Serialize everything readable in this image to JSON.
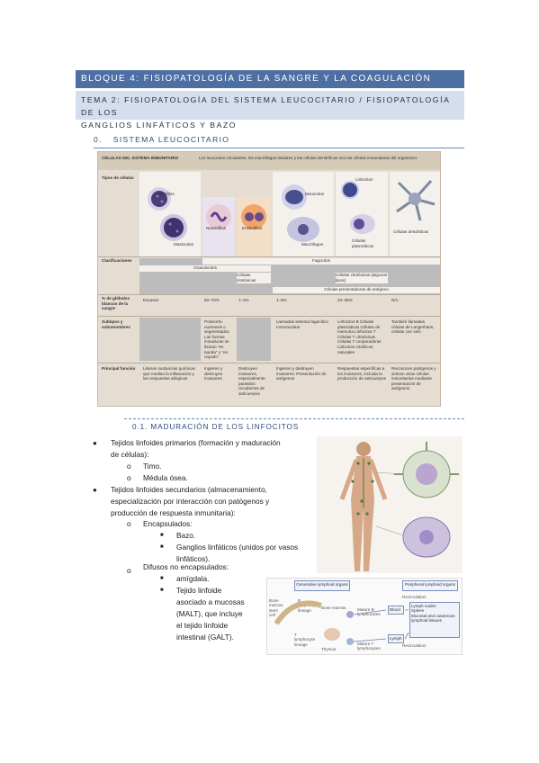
{
  "header": {
    "bloque": "BLOQUE 4: FISIOPATOLOGÍA DE LA SANGRE Y LA COAGULACIÓN",
    "tema_line1": "TEMA 2: FISIOPATOLOGÍA DEL SISTEMA LEUCOCITARIO / FISIOPATOLOGÍA DE LOS",
    "tema_line2": "GANGLIOS LINFÁTICOS Y BAZO"
  },
  "section0": {
    "number": "0.",
    "title": "SISTEMA LEUCOCITARIO"
  },
  "table": {
    "head_left": "CÉLULAS DEL SISTEMA INMUNITARIO",
    "head_right": "Los leucocitos circulantes, los macrófagos tisulares y las células dendríticas son las células inmunitarias del organismo.",
    "row_tipos": "Tipos de células",
    "cells": [
      "Basófilos",
      "Mastocitos",
      "Neutrófilos",
      "Eosinófilos",
      "Monocitos",
      "Macrófagos",
      "Linfocitos",
      "Células plasmáticas",
      "Células dendríticas"
    ],
    "row_clasif": "Clasificaciones",
    "fagocitos": "Fagocitos",
    "granulocitos": "Granulocitos",
    "citotoxicas": "Células citotóxicas",
    "citotoxicas_algunos": "Células citotóxicas (algunos tipos)",
    "presentadoras": "Células presentadoras de antígeno",
    "row_pct": "% de glóbulos blancos de la sangre",
    "pct": [
      "Escasos",
      "50–70%",
      "1–3%",
      "1–6%",
      "20–35%",
      "N/A"
    ],
    "row_sub": "Subtipos y sobrenombres",
    "sub_neutro": "Polimorfo-nucleares o segmentados. Las formas inmaduras se llaman \"en banda\" o \"en cayado\"",
    "sub_mono": "Llamadas sistema fagocítico mononuclear",
    "sub_linfo": "Linfocitos B  Células plasmáticas  Células de memoria  Linfocitos T  Células T citotóxicas  Células T cooperadoras  Linfocitos citolíticos naturales",
    "sub_dendr": "También llamadas células de Langerhans, células con velo",
    "row_func": "Principal función",
    "func": [
      "Liberan sustancias químicas que median la inflamación y las respuestas alérgicas",
      "Ingieren y destruyen invasores",
      "Destruyen invasores, especialmente parásitos recubiertos de anticuerpos",
      "Ingieren y destruyen invasores. Presentación de antígenos",
      "Respuestas específicas a los invasores, incluida la producción de anticuerpos",
      "Reconocen patógenos y activan otras células inmunitarias mediante presentación de antígenos"
    ]
  },
  "section01": {
    "title": "0.1. MADURACIÓN DE LOS LINFOCITOS"
  },
  "list": {
    "b1_a": "Tejidos linfoides primarios (formación y maduración",
    "b1_b": "de células):",
    "b1_i1": "Timo.",
    "b1_i2": "Médula ósea.",
    "b2_a": "Tejidos linfoides secundarios (almacenamiento,",
    "b2_b": "especialización por interacción con patógenos y",
    "b2_c": "producción de respuesta inmunitaria):",
    "enc": "Encapsulados:",
    "enc_1": "Bazo.",
    "enc_2a": "Ganglios linfáticos (unidos por vasos",
    "enc_2b": "linfáticos).",
    "difusos": "Difusos no encapsulados:",
    "dif_1": "amígdala.",
    "dif_2a": "Tejido linfoide",
    "dif_2b": "asociado a mucosas",
    "dif_2c": "(MALT), que incluye",
    "dif_2d": "el tejido linfoide",
    "dif_2e": "intestinal (GALT).",
    "marker_round": "●",
    "marker_o": "o",
    "marker_sq": "■"
  },
  "figure2": {
    "generative": "Generative lymphoid organs",
    "peripheral": "Peripheral lymphoid organs",
    "recirculation": "Recirculation",
    "bone_marrow": "Bone marrow",
    "thymus": "Thymus",
    "blood": "Blood",
    "lymph": "Lymph",
    "lymph_nodes": "Lymph nodes",
    "spleen": "Spleen",
    "mucosal": "Mucosal and cutaneous lymphoid tissues",
    "b_lineage": "B lymphocyte lineage",
    "t_lineage": "T lymphocyte lineage",
    "mature_b": "Mature B lymphocytes",
    "mature_t": "Mature T lymphocytes",
    "stem": "Bone marrow stem cell"
  },
  "colors": {
    "header_blue": "#4e6fa3",
    "subheader_blue": "#d4deec",
    "accent": "#2a4a82"
  }
}
